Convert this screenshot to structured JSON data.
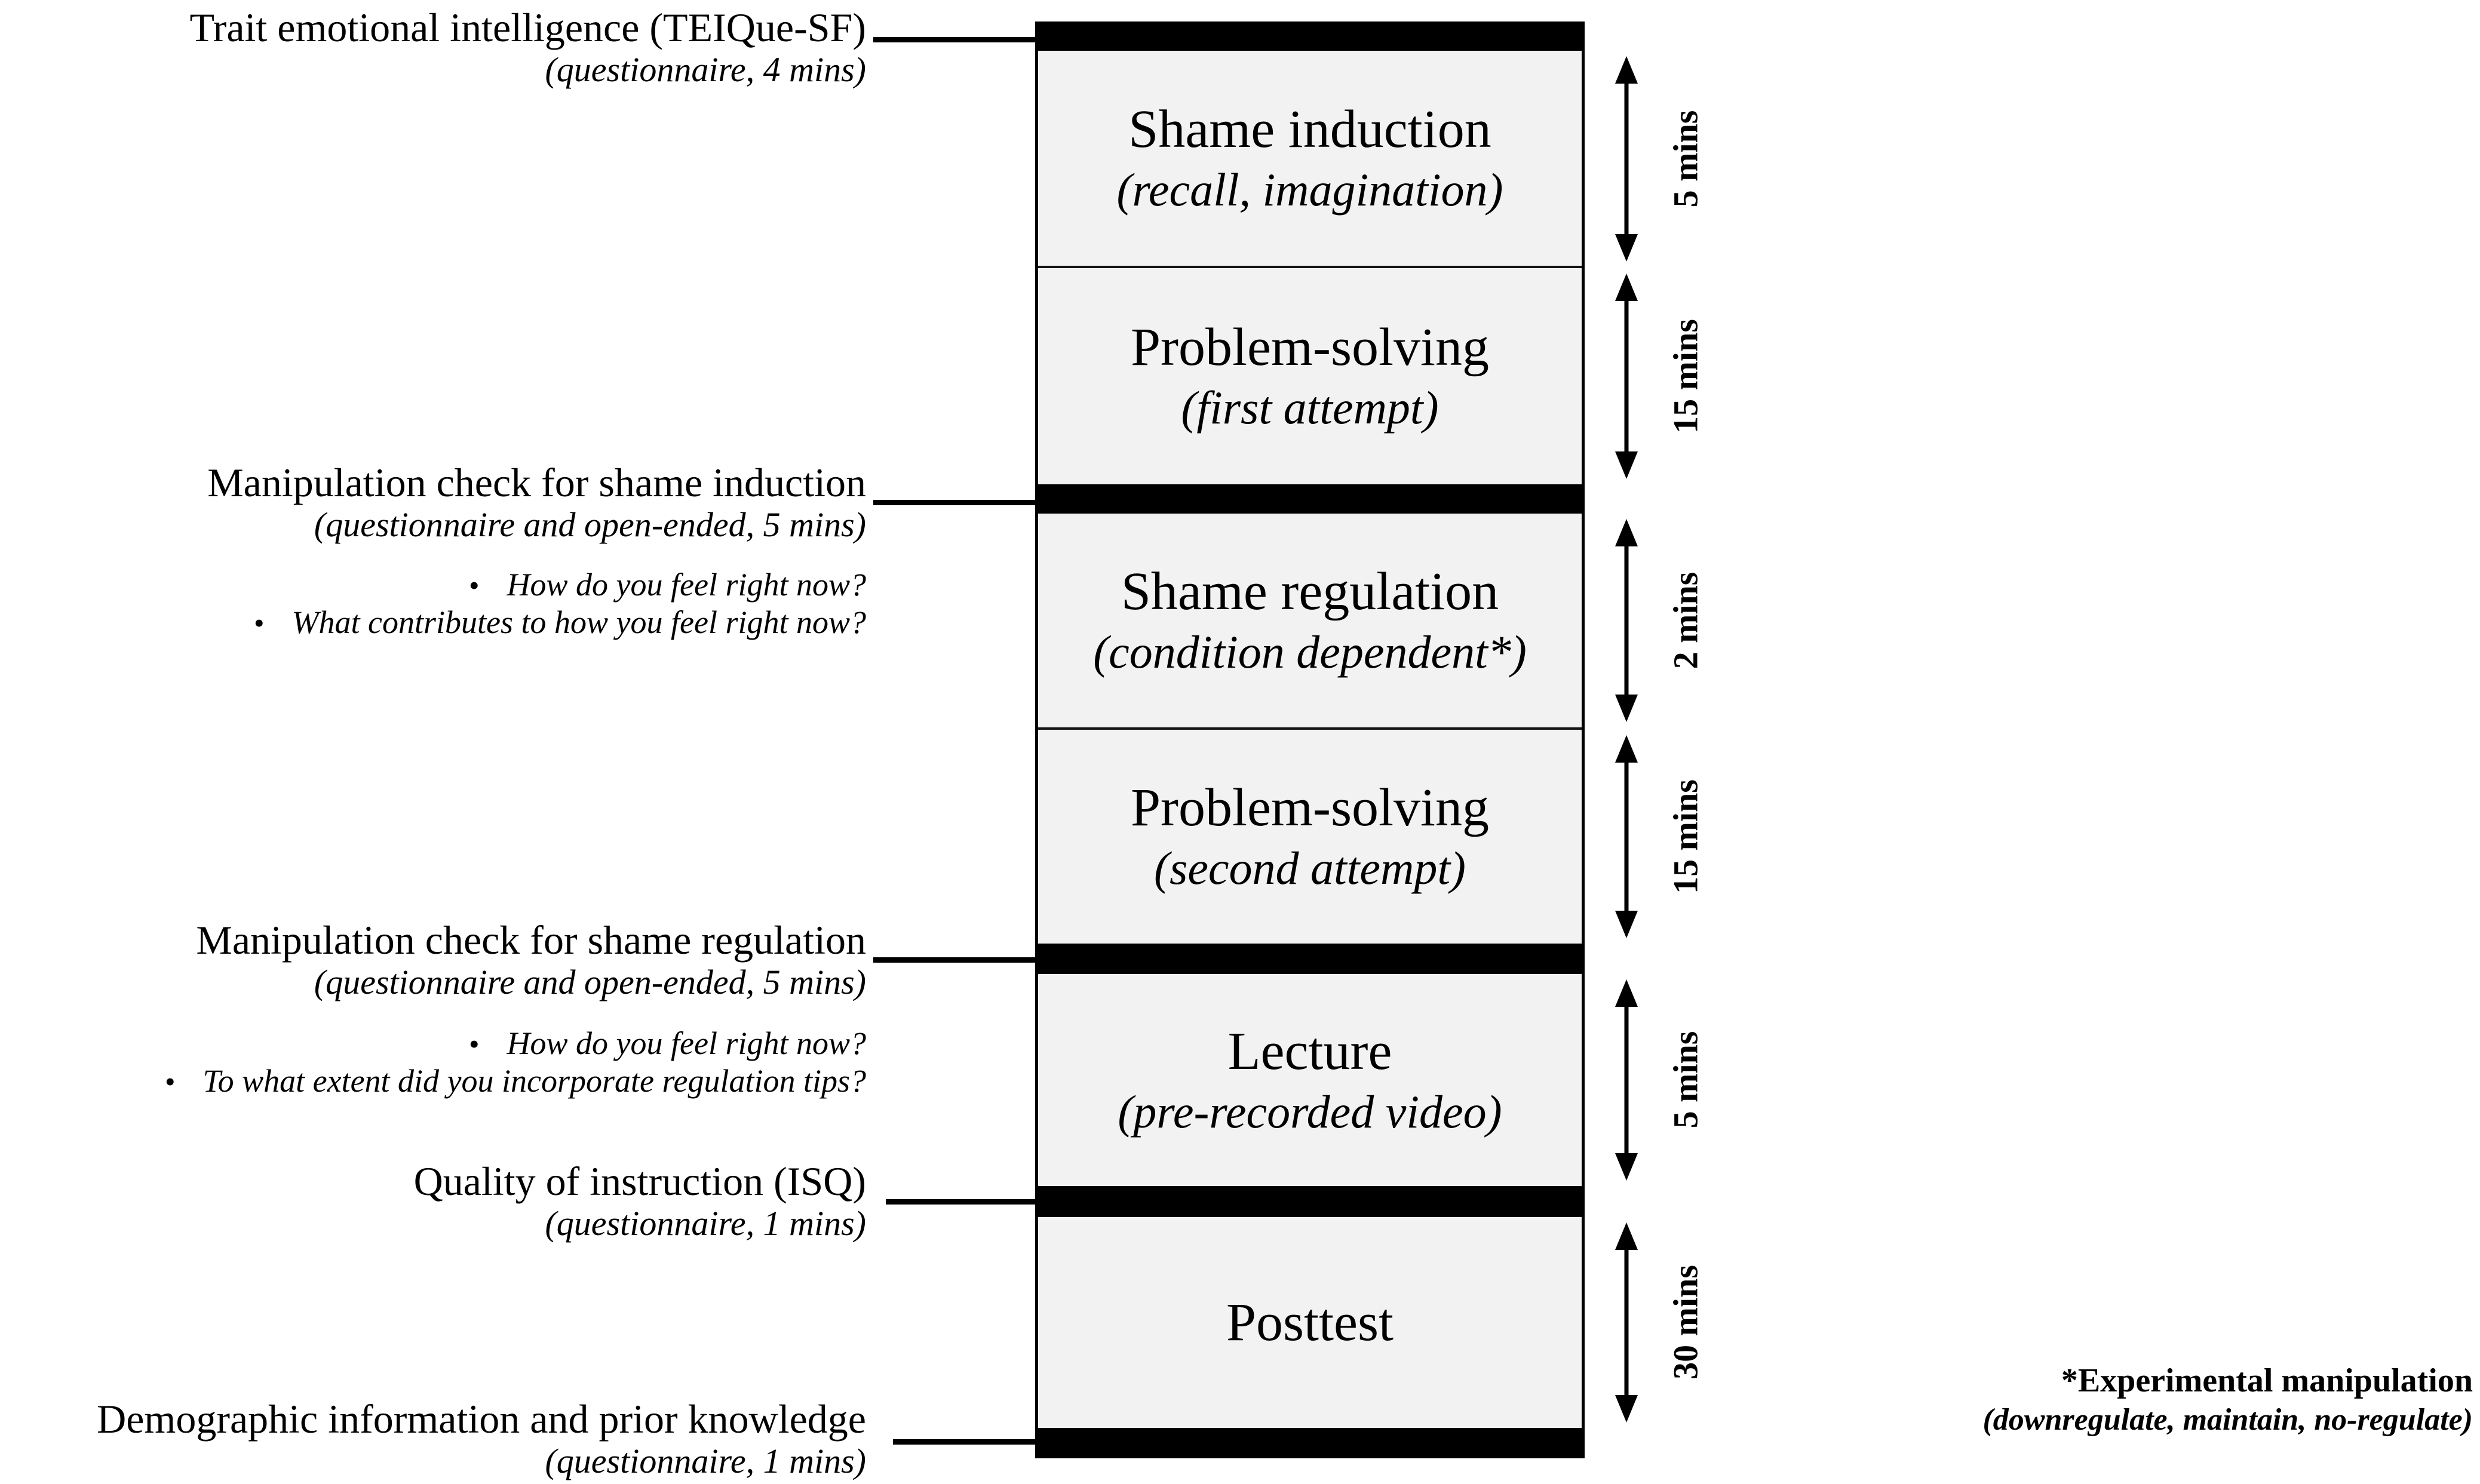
{
  "left_labels": [
    {
      "title": "Trait emotional intelligence (TEIQue-SF)",
      "subtitle": "(questionnaire, 4 mins)",
      "bullets": []
    },
    {
      "title": "Manipulation check for shame induction",
      "subtitle": "(questionnaire and open-ended, 5 mins)",
      "bullets": [
        "How do you feel right now?",
        "What contributes to how you feel right now?"
      ]
    },
    {
      "title": "Manipulation check for shame regulation",
      "subtitle": "(questionnaire and open-ended, 5 mins)",
      "bullets": [
        "How do you feel right now?",
        "To what extent did you incorporate regulation tips?"
      ]
    },
    {
      "title": "Quality of instruction (ISQ)",
      "subtitle": "(questionnaire, 1 mins)",
      "bullets": []
    },
    {
      "title": "Demographic information and prior knowledge",
      "subtitle": "(questionnaire, 1 mins)",
      "bullets": []
    }
  ],
  "stages": [
    {
      "title": "Shame induction",
      "subtitle": "(recall, imagination)",
      "duration": "5 mins"
    },
    {
      "title": "Problem-solving",
      "subtitle": "(first attempt)",
      "duration": "15 mins"
    },
    {
      "title": "Shame regulation",
      "subtitle": "(condition dependent*)",
      "duration": "2 mins"
    },
    {
      "title": "Problem-solving",
      "subtitle": "(second attempt)",
      "duration": "15 mins"
    },
    {
      "title": "Lecture",
      "subtitle": "(pre-recorded video)",
      "duration": "5 mins"
    },
    {
      "title": "Posttest",
      "subtitle": "",
      "duration": "30 mins"
    }
  ],
  "bullet_glyph": "•",
  "footnote": {
    "line1": "*Experimental manipulation",
    "line2": "(downregulate, maintain, no-regulate)"
  },
  "colors": {
    "box_fill": "#f2f2f2",
    "bar": "#000000",
    "border": "#141414"
  }
}
